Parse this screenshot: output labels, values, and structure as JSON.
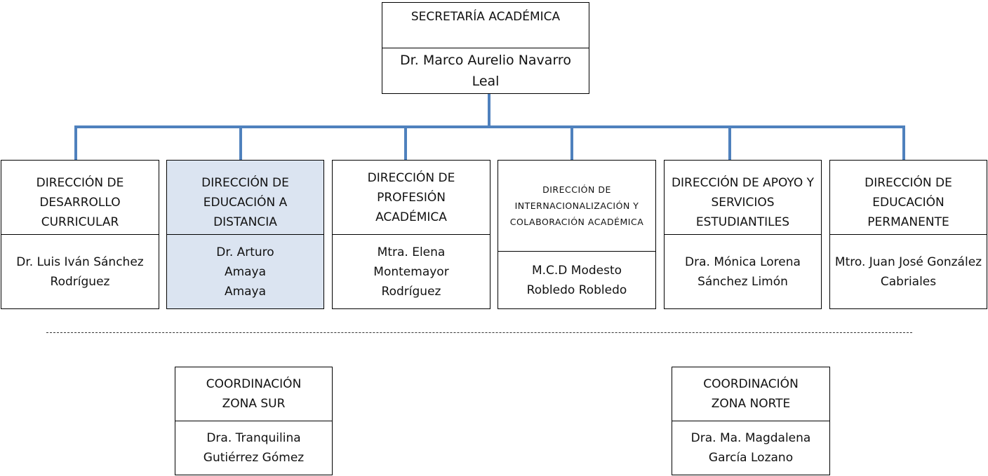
{
  "top": {
    "title": "SECRETARÍA ACADÉMICA",
    "name": "Dr. Marco Aurelio Navarro Leal"
  },
  "directions": [
    {
      "title": "DIRECCIÓN DE DESARROLLO CURRICULAR",
      "name": "Dr. Luis Iván Sánchez Rodríguez"
    },
    {
      "title": "DIRECCIÓN DE EDUCACIÓN A DISTANCIA",
      "name": "Dr. Arturo Amaya Amaya"
    },
    {
      "title": "DIRECCIÓN DE PROFESIÓN ACADÉMICA",
      "name": "Mtra. Elena Montemayor Rodríguez"
    },
    {
      "title": "DIRECCIÓN DE INTERNACIONALIZACIÓN Y COLABORACIÓN ACADÉMICA",
      "name": "M.C.D Modesto Robledo Robledo"
    },
    {
      "title": "DIRECCIÓN DE APOYO Y SERVICIOS ESTUDIANTILES",
      "name": "Dra. Mónica Lorena Sánchez Limón"
    },
    {
      "title": "DIRECCIÓN DE EDUCACIÓN PERMANENTE",
      "name": "Mtro. Juan José González Cabriales"
    }
  ],
  "coordinations": [
    {
      "title": "COORDINACIÓN ZONA SUR",
      "name": "Dra. Tranquilina Gutiérrez Gómez"
    },
    {
      "title": "COORDINACIÓN ZONA NORTE",
      "name": "Dra. Ma. Magdalena García Lozano"
    }
  ],
  "colors": {
    "connector": "#4f81bd",
    "highlight": "#dbe4f1",
    "border": "#000000"
  }
}
